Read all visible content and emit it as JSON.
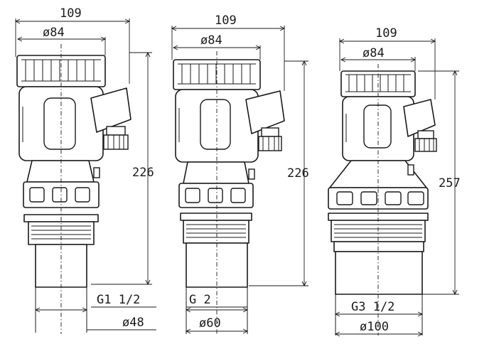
{
  "sensors": [
    {
      "width_label": "109",
      "head_diameter_label": "ø84",
      "height_label": "226",
      "thread_label": "G1 1/2",
      "probe_diameter_label": "ø48"
    },
    {
      "width_label": "109",
      "head_diameter_label": "ø84",
      "height_label": "226",
      "thread_label": "G 2",
      "probe_diameter_label": "ø60"
    },
    {
      "width_label": "109",
      "head_diameter_label": "ø84",
      "height_label": "257",
      "thread_label": "G3 1/2",
      "probe_diameter_label": "ø100"
    }
  ],
  "colors": {
    "line": "#1a1a1a",
    "background": "#ffffff"
  }
}
